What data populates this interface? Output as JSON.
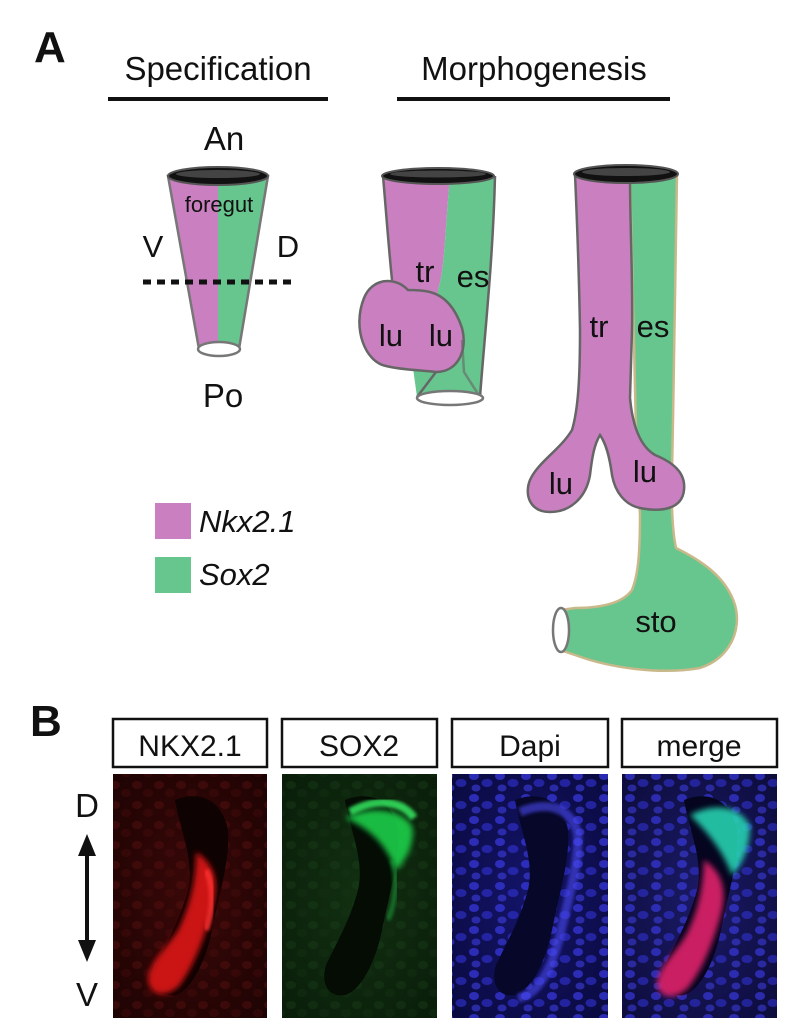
{
  "panel_a": {
    "letter": "A",
    "headers": {
      "specification": "Specification",
      "morphogenesis": "Morphogenesis"
    },
    "foregut": {
      "label": "foregut",
      "anterior": "An",
      "posterior": "Po",
      "ventral": "V",
      "dorsal": "D"
    },
    "mid_tube": {
      "trachea": "tr",
      "esophagus": "es",
      "lung_left": "lu",
      "lung_right": "lu"
    },
    "big_tube": {
      "trachea": "tr",
      "esophagus": "es",
      "lung_left": "lu",
      "lung_right": "lu",
      "stomach": "sto"
    },
    "legend": [
      {
        "label": "Nkx2.1",
        "color": "#c97fc0"
      },
      {
        "label": "Sox2",
        "color": "#67c58e"
      }
    ]
  },
  "panel_b": {
    "letter": "B",
    "axis": {
      "top": "D",
      "bottom": "V"
    },
    "channels": [
      {
        "label": "NKX2.1",
        "color": "#e01818"
      },
      {
        "label": "SOX2",
        "color": "#1fcf4a"
      },
      {
        "label": "Dapi",
        "color": "#3a3ae0"
      },
      {
        "label": "merge",
        "color": "#ffffff"
      }
    ]
  },
  "colors": {
    "nkx": "#c97fc0",
    "sox": "#67c58e"
  }
}
